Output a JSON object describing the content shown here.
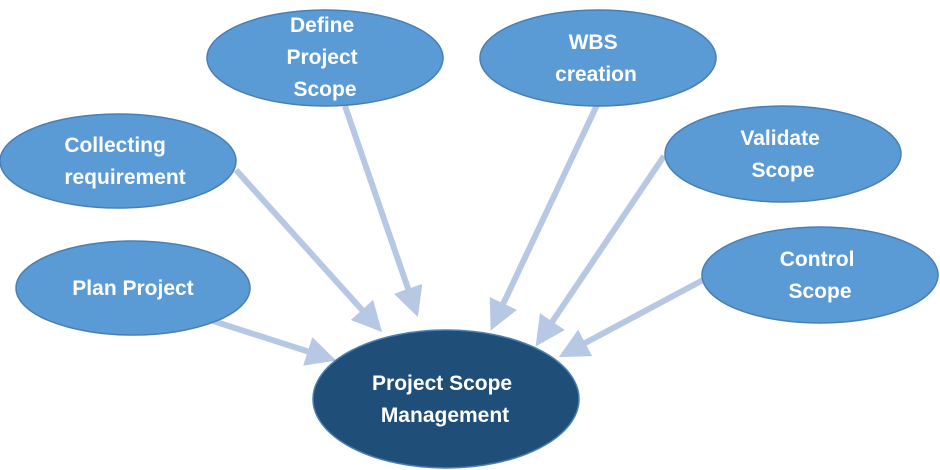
{
  "diagram": {
    "colors": {
      "node_fill": "#5b9bd5",
      "center_fill": "#1f4e79",
      "arrow": "#b7c8e4",
      "text": "#ffffff"
    },
    "center": {
      "lines": [
        "Project Scope",
        "Management"
      ]
    },
    "nodes": [
      {
        "id": "plan",
        "lines": [
          "Plan Project"
        ]
      },
      {
        "id": "collect",
        "lines": [
          "Collecting",
          "requirement"
        ]
      },
      {
        "id": "define",
        "lines": [
          "Define",
          "Project",
          "Scope"
        ]
      },
      {
        "id": "wbs",
        "lines": [
          "WBS",
          "creation"
        ]
      },
      {
        "id": "validate",
        "lines": [
          "Validate",
          "Scope"
        ]
      },
      {
        "id": "control",
        "lines": [
          "Control",
          "Scope"
        ]
      }
    ]
  }
}
